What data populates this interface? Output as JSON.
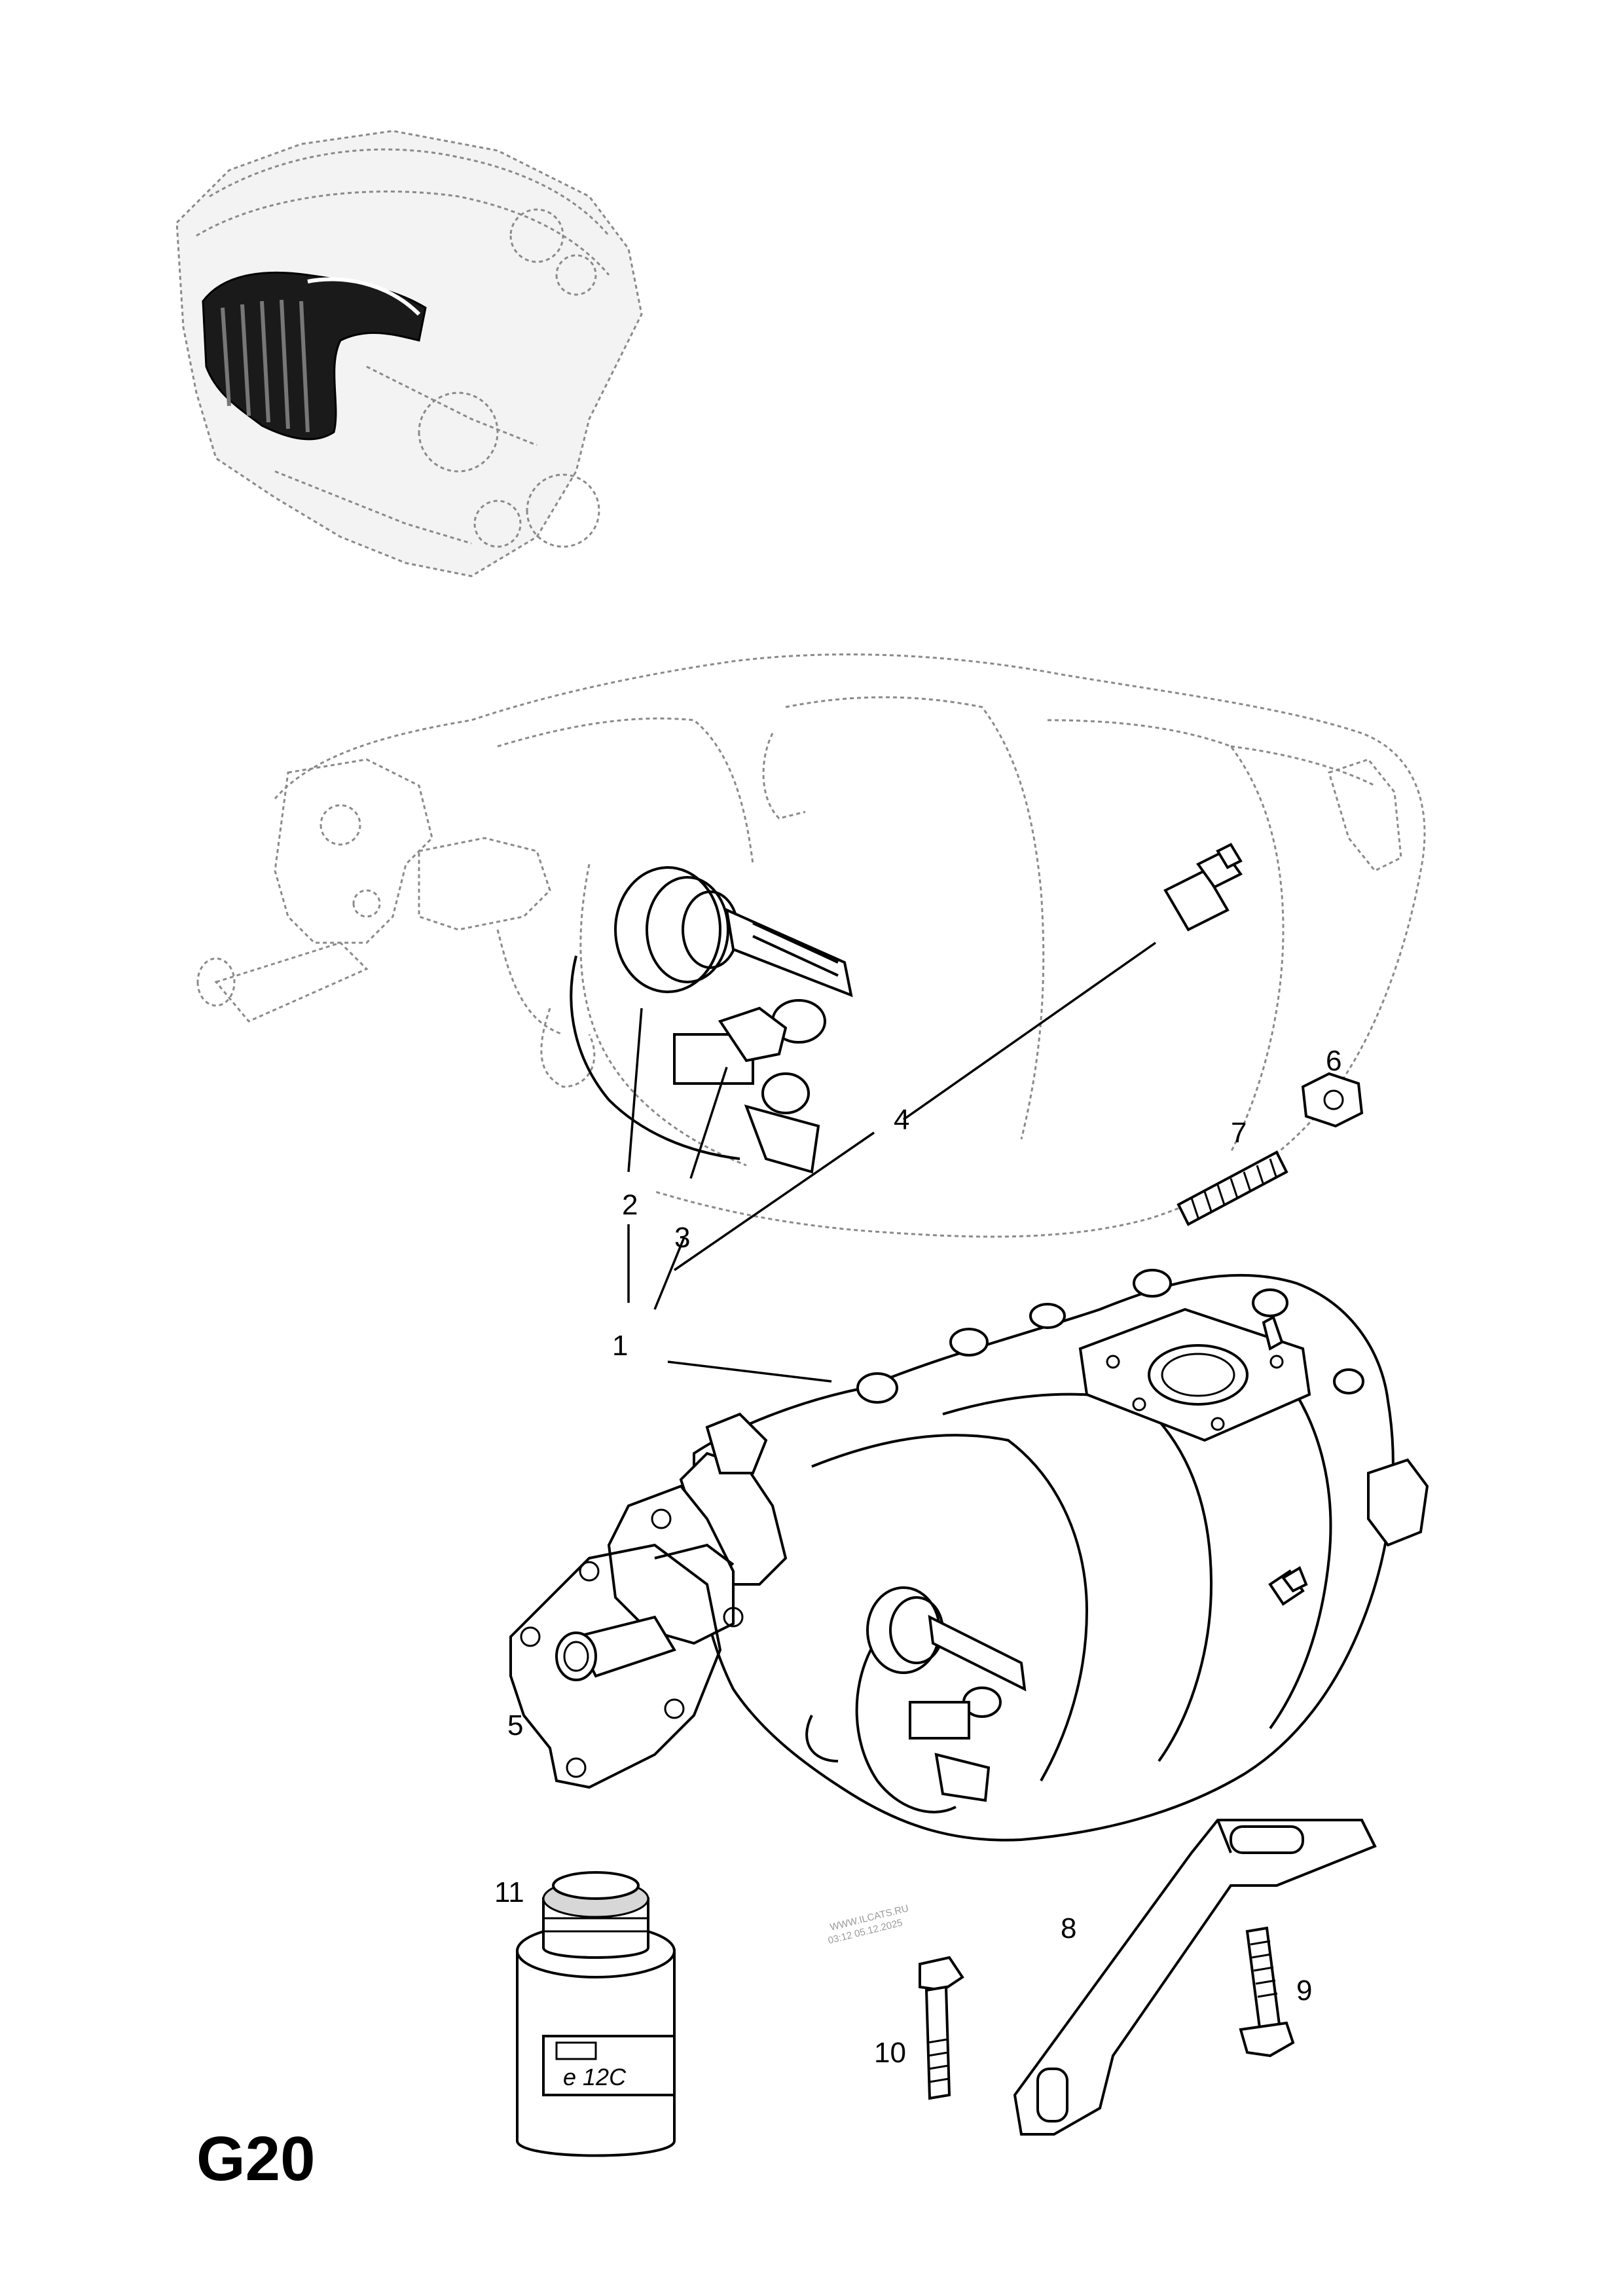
{
  "page": {
    "code": "G20",
    "watermark_lines": [
      "WWW.ILCATS.RU",
      "03:12 05.12.2025"
    ]
  },
  "callouts": {
    "c1": "1",
    "c2": "2",
    "c3": "3",
    "c4": "4",
    "c5": "5",
    "c6": "6",
    "c7": "7",
    "c8": "8",
    "c9": "9",
    "c10": "10",
    "c11": "11"
  },
  "can_label": "e 12C"
}
